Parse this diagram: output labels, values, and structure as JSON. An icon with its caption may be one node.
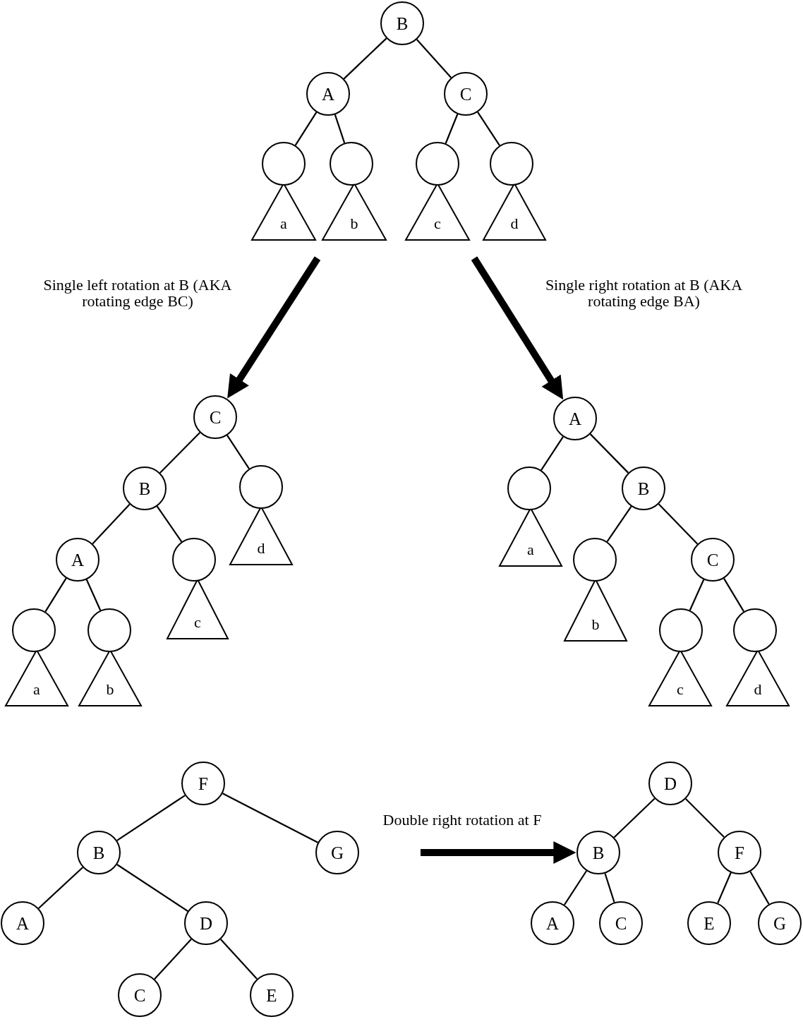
{
  "diagram": {
    "nodes": [
      {
        "text": [
          "B"
        ]
      },
      {
        "text": [
          "A"
        ]
      },
      {
        "text": [
          "C"
        ]
      },
      {
        "text": [],
        "shape": "circle"
      },
      {
        "text": [],
        "shape": "circle"
      },
      {
        "text": [],
        "shape": "circle"
      },
      {
        "text": [],
        "shape": "circle"
      },
      {
        "text": [
          "a"
        ]
      },
      {
        "text": [
          "b"
        ]
      },
      {
        "text": [
          "c"
        ]
      },
      {
        "text": [
          "d"
        ]
      },
      {
        "text": [
          "C"
        ]
      },
      {
        "text": [
          "B"
        ]
      },
      {
        "text": [],
        "shape": "circle"
      },
      {
        "text": [
          "A"
        ]
      },
      {
        "text": [],
        "shape": "circle"
      },
      {
        "text": [],
        "shape": "circle"
      },
      {
        "text": [],
        "shape": "circle"
      },
      {
        "text": [
          "d"
        ]
      },
      {
        "text": [
          "c"
        ]
      },
      {
        "text": [
          "a"
        ]
      },
      {
        "text": [
          "b"
        ]
      },
      {
        "text": [
          "A"
        ]
      },
      {
        "text": [],
        "shape": "circle"
      },
      {
        "text": [
          "B"
        ]
      },
      {
        "text": [
          "a"
        ]
      },
      {
        "text": [],
        "shape": "circle"
      },
      {
        "text": [
          "C"
        ]
      },
      {
        "text": [
          "b"
        ]
      },
      {
        "text": [],
        "shape": "circle"
      },
      {
        "text": [],
        "shape": "circle"
      },
      {
        "text": [
          "c"
        ]
      },
      {
        "text": [
          "d"
        ]
      },
      {
        "text": [
          "F"
        ]
      },
      {
        "text": [
          "B"
        ]
      },
      {
        "text": [
          "G"
        ]
      },
      {
        "text": [
          "A"
        ]
      },
      {
        "text": [
          "D"
        ]
      },
      {
        "text": [
          "C"
        ]
      },
      {
        "text": [
          "E"
        ]
      },
      {
        "text": [
          "D"
        ]
      },
      {
        "text": [
          "B"
        ]
      },
      {
        "text": [
          "F"
        ]
      },
      {
        "text": [
          "A"
        ]
      },
      {
        "text": [
          "C"
        ]
      },
      {
        "text": [
          "E"
        ]
      },
      {
        "text": [
          "G"
        ]
      }
    ],
    "edges": [
      {
        "from": 0,
        "to": 1,
        "arrow": "none"
      },
      {
        "from": 0,
        "to": 2,
        "arrow": "none"
      },
      {
        "from": 1,
        "to": 3,
        "arrow": "none"
      },
      {
        "from": 1,
        "to": 4,
        "arrow": "none"
      },
      {
        "from": 2,
        "to": 5,
        "arrow": "none"
      },
      {
        "from": 2,
        "to": 6,
        "arrow": "none"
      },
      {
        "from": 11,
        "to": 12,
        "arrow": "none"
      },
      {
        "from": 11,
        "to": 13,
        "arrow": "none"
      },
      {
        "from": 12,
        "to": 14,
        "arrow": "none"
      },
      {
        "from": 12,
        "to": 15,
        "arrow": "none"
      },
      {
        "from": 14,
        "to": 16,
        "arrow": "none"
      },
      {
        "from": 14,
        "to": 17,
        "arrow": "none"
      },
      {
        "from": 22,
        "to": 23,
        "arrow": "none"
      },
      {
        "from": 22,
        "to": 24,
        "arrow": "none"
      },
      {
        "from": 24,
        "to": 26,
        "arrow": "none"
      },
      {
        "from": 24,
        "to": 27,
        "arrow": "none"
      },
      {
        "from": 27,
        "to": 29,
        "arrow": "none"
      },
      {
        "from": 27,
        "to": 30,
        "arrow": "none"
      },
      {
        "from": 33,
        "to": 34,
        "arrow": "none"
      },
      {
        "from": 33,
        "to": 35,
        "arrow": "none"
      },
      {
        "from": 34,
        "to": 36,
        "arrow": "none"
      },
      {
        "from": 34,
        "to": 37,
        "arrow": "none"
      },
      {
        "from": 37,
        "to": 38,
        "arrow": "none"
      },
      {
        "from": 37,
        "to": 39,
        "arrow": "none"
      },
      {
        "from": 40,
        "to": 41,
        "arrow": "none"
      },
      {
        "from": 40,
        "to": 42,
        "arrow": "none"
      },
      {
        "from": 41,
        "to": 43,
        "arrow": "none"
      },
      {
        "from": 41,
        "to": 44,
        "arrow": "none"
      },
      {
        "from": 42,
        "to": 45,
        "arrow": "none"
      },
      {
        "from": 42,
        "to": 46,
        "arrow": "none"
      },
      {
        "from": null,
        "to": 11,
        "arrow": "to",
        "style": "thick",
        "label": "Single left rotation at B (AKA rotating edge BC)"
      },
      {
        "from": null,
        "to": 22,
        "arrow": "to",
        "style": "thick",
        "label": "Single right rotation at B (AKA rotating edge BA)"
      },
      {
        "from": null,
        "to": 41,
        "arrow": "to",
        "style": "thick",
        "label": "Double right rotation at F"
      }
    ]
  }
}
